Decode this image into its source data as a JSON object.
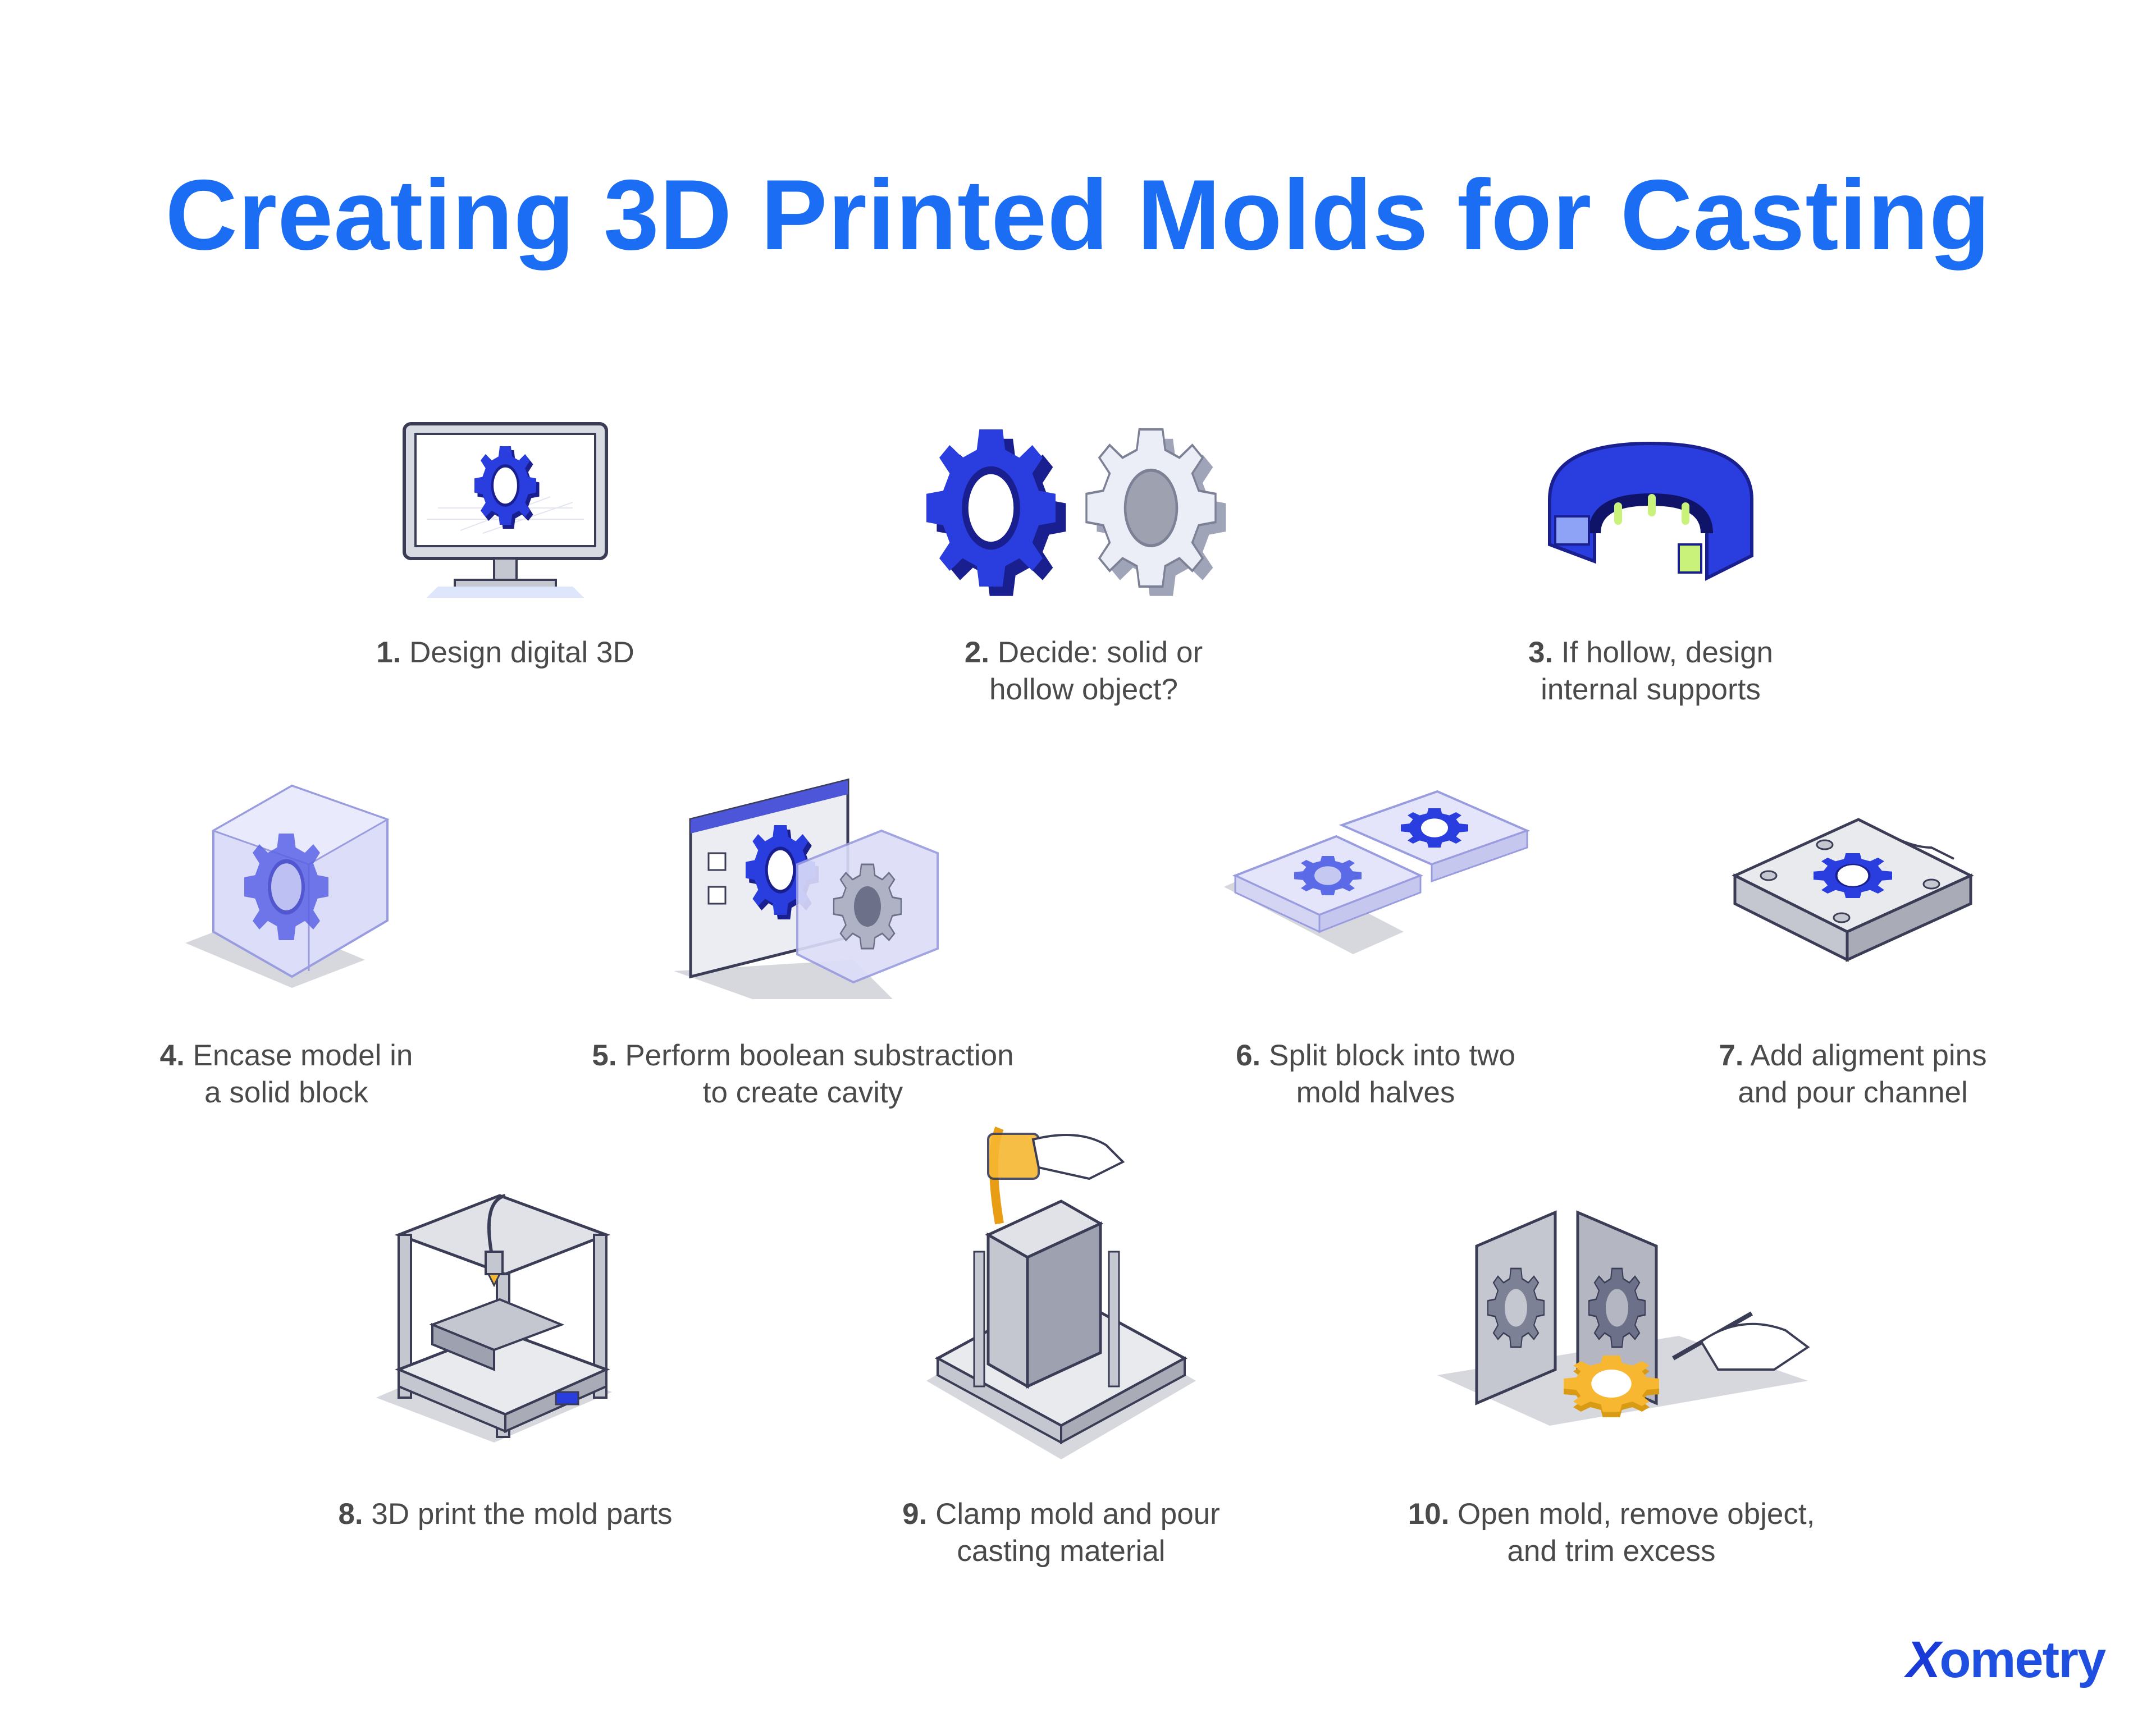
{
  "title": "Creating 3D Printed Molds for Casting",
  "colors": {
    "title": "#1b6ef3",
    "gear_blue": "#2a3ee0",
    "gear_dark": "#1a1f8f",
    "gear_light": "#e6e8f5",
    "block_glass": "#c9ccf5",
    "gray": "#c4c7cf",
    "gold": "#f7b731"
  },
  "steps": [
    {
      "number": "1.",
      "text": "Design digital 3D",
      "icon": "monitor-gear-icon"
    },
    {
      "number": "2.",
      "text_line1": "Decide: solid or",
      "text_line2": "hollow object?",
      "icon": "solid-hollow-gears-icon"
    },
    {
      "number": "3.",
      "text_line1": "If hollow, design",
      "text_line2": "internal supports",
      "icon": "gear-cutaway-icon"
    },
    {
      "number": "4.",
      "text_line1": "Encase model in",
      "text_line2": "a solid block",
      "icon": "encased-gear-block-icon"
    },
    {
      "number": "5.",
      "text_line1": "Perform boolean substraction",
      "text_line2": "to create cavity",
      "icon": "boolean-subtraction-icon"
    },
    {
      "number": "6.",
      "text_line1": "Split block into two",
      "text_line2": "mold halves",
      "icon": "split-mold-halves-icon"
    },
    {
      "number": "7.",
      "text_line1": "Add aligment pins",
      "text_line2": "and pour channel",
      "icon": "alignment-pins-mold-icon"
    },
    {
      "number": "8.",
      "text": "3D print the mold parts",
      "icon": "3d-printer-icon"
    },
    {
      "number": "9.",
      "text_line1": "Clamp mold and pour",
      "text_line2": "casting material",
      "icon": "clamp-pour-icon"
    },
    {
      "number": "10.",
      "text_line1": "Open mold, remove object,",
      "text_line2": "and trim excess",
      "icon": "open-mold-trim-icon"
    }
  ],
  "brand": {
    "x": "X",
    "rest": "ometry"
  }
}
